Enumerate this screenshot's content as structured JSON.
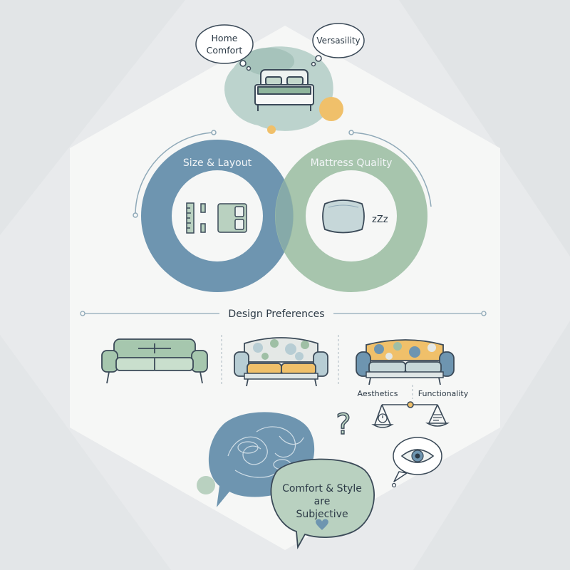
{
  "top": {
    "bubble_left_line1": "Home",
    "bubble_left_line2": "Comfort",
    "bubble_right": "Versasility"
  },
  "venn": {
    "left_label": "Size & Layout",
    "right_label": "Mattress Quality",
    "zzz": "zZz"
  },
  "design": {
    "title": "Design Preferences"
  },
  "balance": {
    "left_label": "Aesthetics",
    "right_label": "Functionality"
  },
  "subjective": {
    "line1": "Comfort & Style",
    "line2": "are",
    "line3": "Subjective"
  },
  "colors": {
    "blue": "#6e95b0",
    "green": "#9fbfa5",
    "yellow": "#f0c06a",
    "outline": "#3b4a58",
    "background": "#e8eaec",
    "panel": "#f6f7f6"
  }
}
